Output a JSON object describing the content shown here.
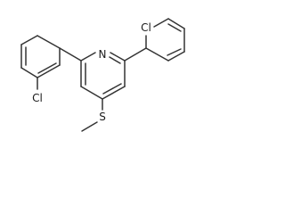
{
  "molecule": {
    "atom_labels": {
      "nitrogen": "N",
      "chlorine_top": "Cl",
      "chlorine_left": "Cl",
      "sulfur": "S"
    },
    "colors": {
      "bond": "#333333",
      "label": "#1a1a1a",
      "background": "#ffffff"
    }
  }
}
